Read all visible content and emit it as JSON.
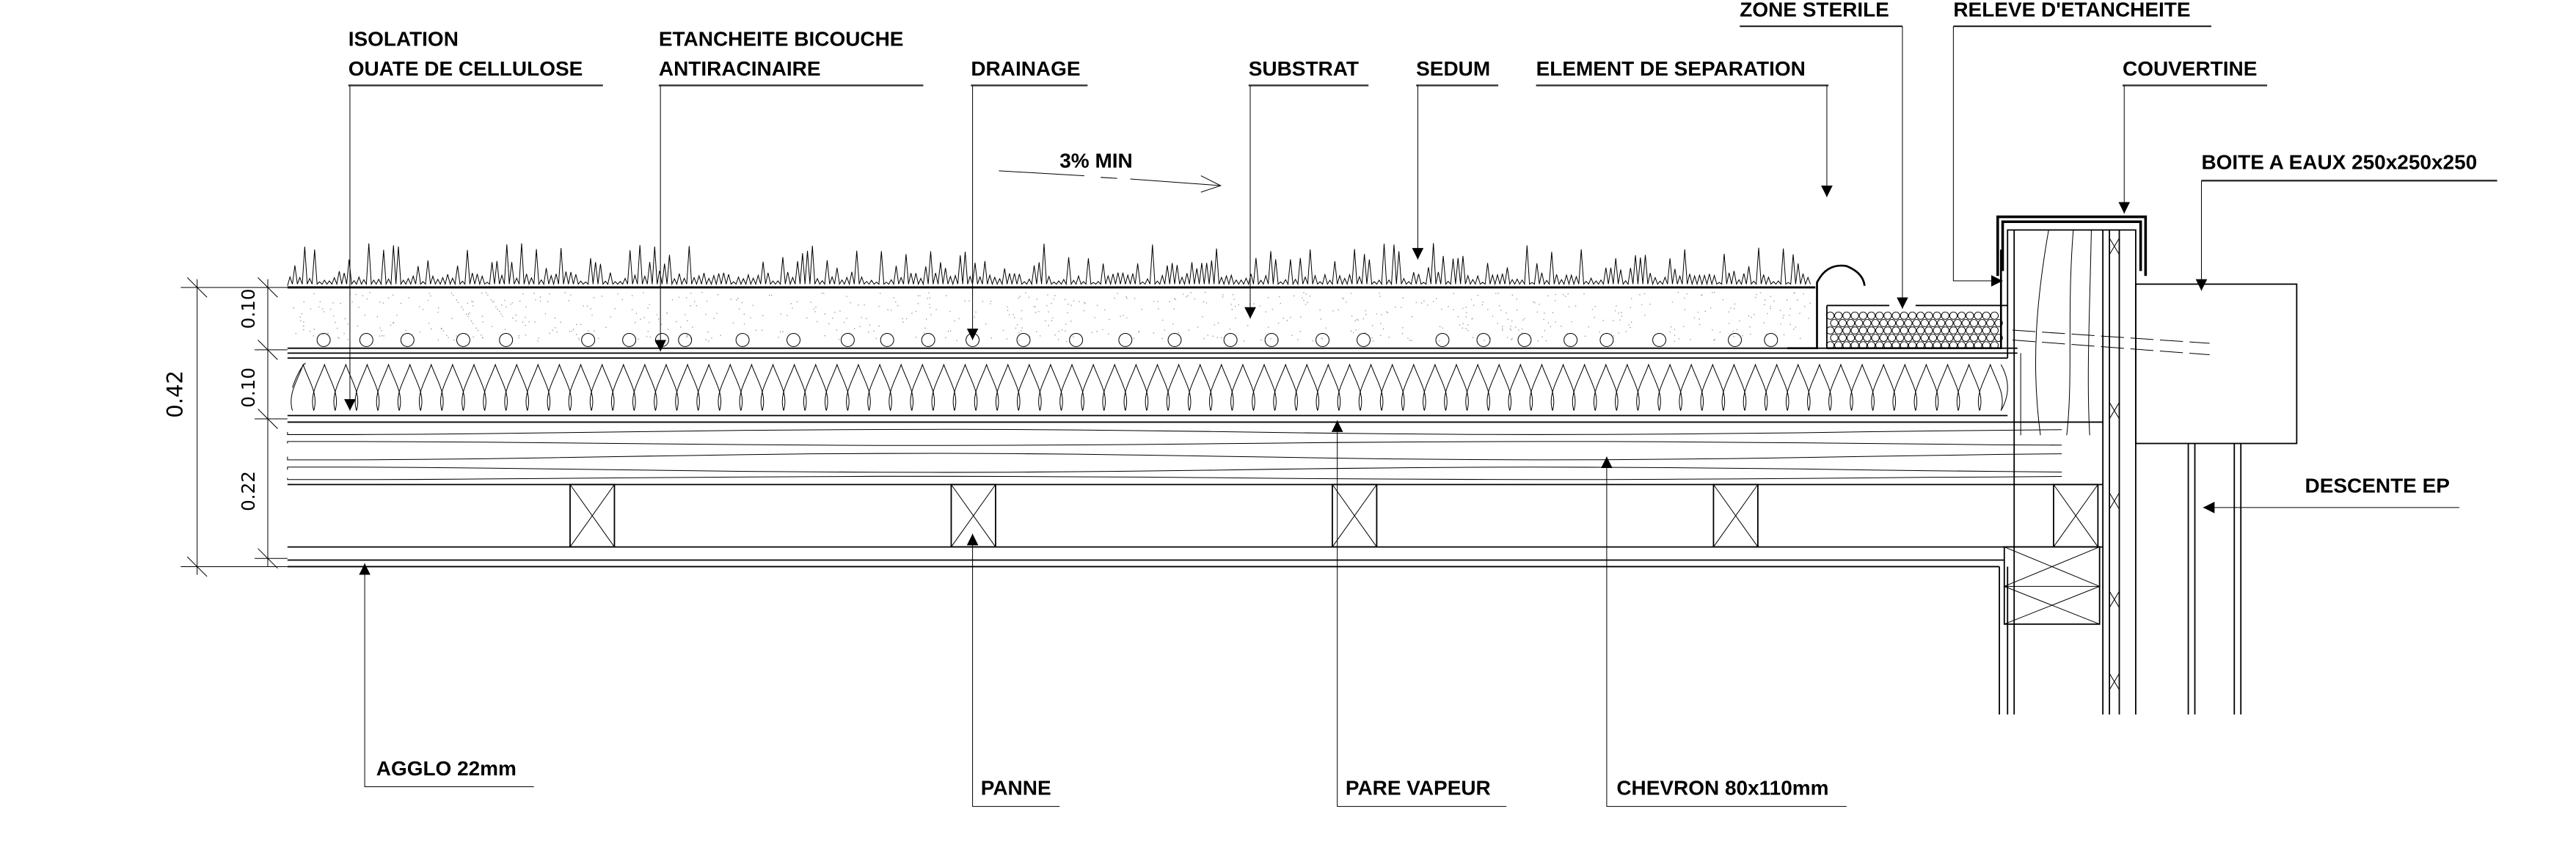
{
  "labels": {
    "isolation_1": "ISOLATION",
    "isolation_2": "OUATE DE CELLULOSE",
    "etancheite_1": "ETANCHEITE BICOUCHE",
    "etancheite_2": "ANTIRACINAIRE",
    "drainage": "DRAINAGE",
    "substrat": "SUBSTRAT",
    "sedum": "SEDUM",
    "separation": "ELEMENT DE SEPARATION",
    "zone_sterile": "ZONE STERILE",
    "releve": "RELEVE D'ETANCHEITE",
    "couvertine": "COUVERTINE",
    "boite": "BOITE A EAUX 250x250x250",
    "descente": "DESCENTE EP",
    "agglo": "AGGLO 22mm",
    "panne": "PANNE",
    "pare_vapeur": "PARE VAPEUR",
    "chevron": "CHEVRON 80x110mm",
    "slope": "3% MIN"
  },
  "dimensions": {
    "total": "0.42",
    "substrate": "0.10",
    "insulation": "0.10",
    "structure": "0.22"
  }
}
